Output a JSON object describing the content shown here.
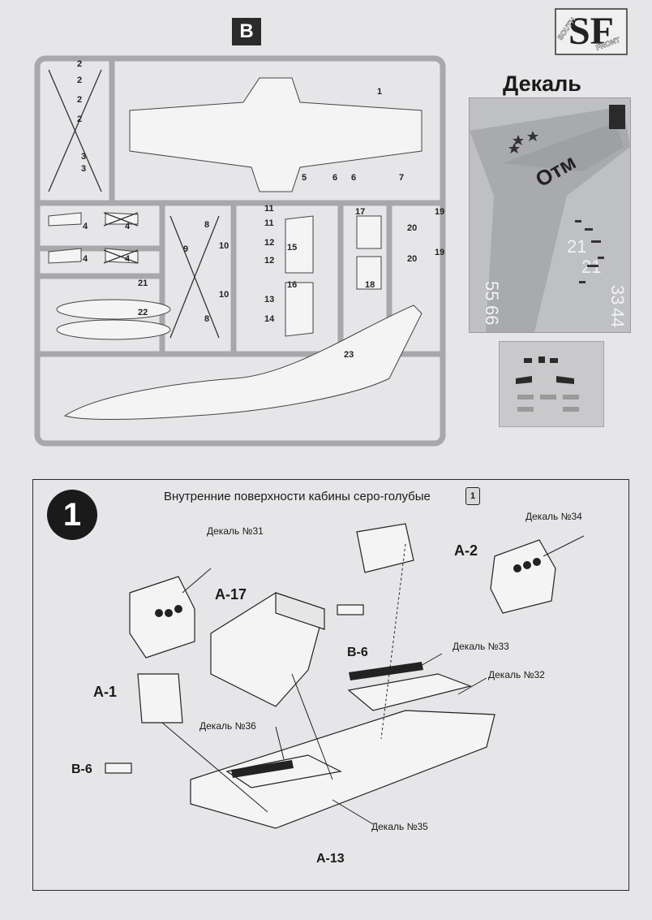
{
  "sprue": {
    "letter": "B",
    "part_numbers": [
      "1",
      "2",
      "2",
      "2",
      "2",
      "3",
      "3",
      "4",
      "4",
      "4",
      "4",
      "5",
      "6",
      "6",
      "7",
      "8",
      "8",
      "9",
      "10",
      "10",
      "11",
      "11",
      "12",
      "12",
      "13",
      "14",
      "15",
      "16",
      "17",
      "18",
      "19",
      "19",
      "20",
      "20",
      "21",
      "22",
      "23"
    ]
  },
  "logo": {
    "monogram": "SF",
    "line1": "SOUTH",
    "line2": "FRONT"
  },
  "decal_section": {
    "title": "Декаль",
    "sheet_texts": [
      "Отм",
      "21",
      "21",
      "33",
      "44",
      "55",
      "66"
    ]
  },
  "step": {
    "number": "1",
    "instruction": "Внутренние поверхности кабины серо-голубые",
    "paint_ref": "1",
    "parts": {
      "a17": "A-17",
      "a2": "A-2",
      "a1": "A-1",
      "b6_top": "B-6",
      "b6_left": "B-6",
      "a13": "A-13"
    },
    "decals": {
      "d31": "Декаль №31",
      "d34": "Декаль №34",
      "d33": "Декаль №33",
      "d32": "Декаль №32",
      "d36": "Декаль №36",
      "d35": "Декаль №35"
    }
  },
  "colors": {
    "sprue_gray": "#b4b4b6",
    "paper": "#e6e6e8",
    "ink": "#1a1a1a"
  }
}
